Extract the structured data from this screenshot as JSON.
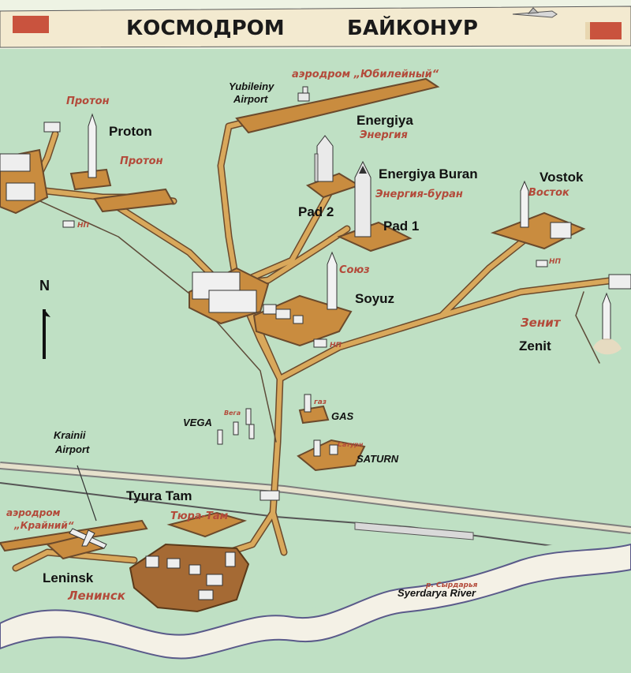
{
  "header": {
    "title_left": "КОСМОДРОМ",
    "title_right": "БАЙКОНУР",
    "flag_color": "#c9533e",
    "banner_color": "#f3ead0"
  },
  "colors": {
    "land": "#bfe0c4",
    "road": "#d9a85b",
    "road_edge": "#6b4a2c",
    "pad": "#c98c3f",
    "river": "#f4f1e6",
    "river_edge": "#5a5a8a",
    "russian_label": "#b34a3a",
    "english_label": "#111111"
  },
  "north": {
    "label": "N",
    "icon": "north-arrow-icon"
  },
  "sites": {
    "yubileiny": {
      "ru": "аэродром „Юбилейный“",
      "en_line1": "Yubileiny",
      "en_line2": "Airport"
    },
    "proton": {
      "ru_top": "Протон",
      "ru_bottom": "Протон",
      "en": "Proton"
    },
    "energiya": {
      "ru": "Энергия",
      "en": "Energiya"
    },
    "energiya_buran": {
      "ru": "Энергия-буран",
      "en": "Energiya Buran"
    },
    "pad2": {
      "en": "Pad 2"
    },
    "pad1": {
      "en": "Pad 1"
    },
    "vostok": {
      "ru": "Восток",
      "en": "Vostok"
    },
    "soyuz": {
      "ru": "Союз",
      "en": "Soyuz"
    },
    "zenit": {
      "ru": "Зенит",
      "en": "Zenit"
    },
    "vega": {
      "ru": "Вега",
      "en": "VEGA"
    },
    "gas": {
      "ru": "газ",
      "en": "GAS"
    },
    "saturn": {
      "ru": "Сатурн",
      "en": "SATURN"
    },
    "krainii": {
      "ru_line1": "аэродром",
      "ru_line2": "„Крайний“",
      "en_line1": "Krainii",
      "en_line2": "Airport"
    },
    "tyura_tam": {
      "ru": "Тюра-Там",
      "en": "Tyura Tam"
    },
    "leninsk": {
      "ru": "Ленинск",
      "en": "Leninsk"
    },
    "river": {
      "ru": "р. Сырдарья",
      "en": "Syerdarya River"
    },
    "np_label": "НП"
  }
}
